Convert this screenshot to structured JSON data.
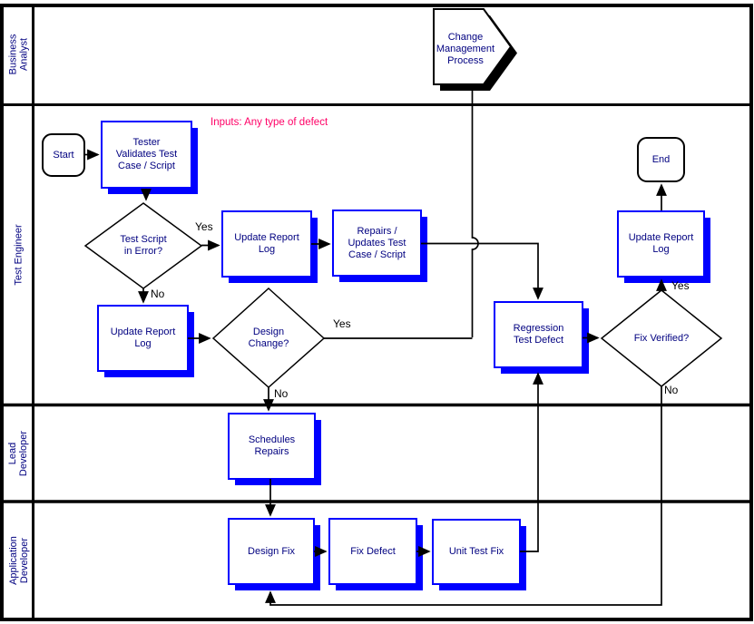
{
  "diagram_type": "cross-functional-flowchart",
  "colors": {
    "process_border": "#0000ff",
    "process_shadow": "#0000ff",
    "offpage_border": "#000000",
    "shape_text": "#000080",
    "note_text": "#ff0066",
    "connector": "#000000"
  },
  "note": {
    "inputs": "Inputs: Any type of defect"
  },
  "lanes": [
    {
      "name": "business-analyst",
      "lines": [
        "Business",
        "Analyst"
      ]
    },
    {
      "name": "test-engineer",
      "lines": [
        "Test Engineer"
      ]
    },
    {
      "name": "lead-developer",
      "lines": [
        "Lead",
        "Developer"
      ]
    },
    {
      "name": "application-developer",
      "lines": [
        "Application",
        "Developer"
      ]
    }
  ],
  "shapes": {
    "change_management": {
      "type": "offpage",
      "lines": [
        "Change",
        "Management",
        "Process"
      ]
    },
    "start": {
      "type": "terminator",
      "lines": [
        "Start"
      ]
    },
    "tester_validates": {
      "type": "process",
      "lines": [
        "Tester",
        "Validates Test",
        "Case / Script"
      ]
    },
    "test_script_in_error": {
      "type": "decision",
      "lines": [
        "Test Script",
        "in Error?"
      ]
    },
    "update_report_log_1": {
      "type": "process",
      "lines": [
        "Update Report",
        "Log"
      ]
    },
    "repairs_updates": {
      "type": "process",
      "lines": [
        "Repairs /",
        "Updates Test",
        "Case / Script"
      ]
    },
    "update_report_log_2": {
      "type": "process",
      "lines": [
        "Update Report",
        "Log"
      ]
    },
    "design_change": {
      "type": "decision",
      "lines": [
        "Design",
        "Change?"
      ]
    },
    "regression_test_defect": {
      "type": "process",
      "lines": [
        "Regression",
        "Test Defect"
      ]
    },
    "fix_verified": {
      "type": "decision",
      "lines": [
        "Fix Verified?"
      ]
    },
    "update_report_log_3": {
      "type": "process",
      "lines": [
        "Update Report",
        "Log"
      ]
    },
    "end": {
      "type": "terminator",
      "lines": [
        "End"
      ]
    },
    "schedules_repairs": {
      "type": "process",
      "lines": [
        "Schedules",
        "Repairs"
      ]
    },
    "design_fix": {
      "type": "process",
      "lines": [
        "Design Fix"
      ]
    },
    "fix_defect": {
      "type": "process",
      "lines": [
        "Fix Defect"
      ]
    },
    "unit_test_fix": {
      "type": "process",
      "lines": [
        "Unit Test Fix"
      ]
    }
  },
  "edge_labels": {
    "test_script_yes": "Yes",
    "test_script_no": "No",
    "design_change_yes": "Yes",
    "design_change_no": "No",
    "fix_verified_yes": "Yes",
    "fix_verified_no": "No"
  }
}
